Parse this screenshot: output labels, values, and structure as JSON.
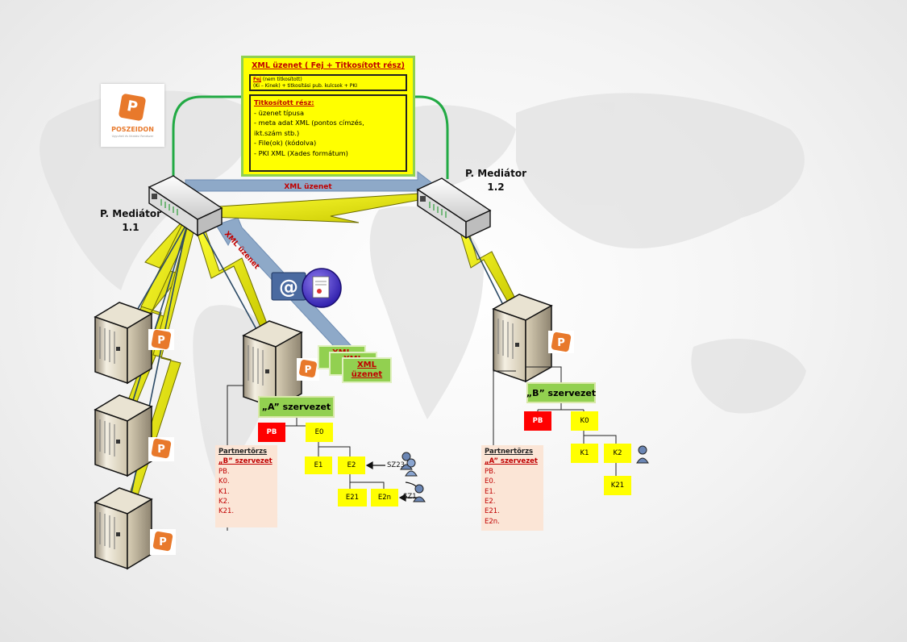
{
  "mediators": {
    "left": {
      "name": "P. Mediátor",
      "id": "1.1"
    },
    "right": {
      "name": "P. Mediátor",
      "id": "1.2"
    }
  },
  "logo": {
    "text": "POSZEIDON",
    "tagline": "Ügyviteli és Iktatási Rendszer"
  },
  "xml_box": {
    "title": "XML üzenet ( Fej + Titkosított rész)",
    "fej_label": "Fej",
    "fej_note": "(nem titkosított)",
    "fej_detail": "(Ki – Kinek) + titkosítási pub. kulcsok + PKI",
    "encrypted_title": "Titkosított rész:",
    "encrypted_items": [
      "- üzenet típusa",
      "- meta adat XML (pontos címzés,",
      "ikt.szám stb.)",
      "- File(ok) (kódolva)",
      "- PKI XML (Xades formátum)"
    ]
  },
  "arrows": {
    "horizontal_label": "XML üzenet",
    "diagonal_label": "XML üzenet"
  },
  "xml_cards": {
    "back1": "XML",
    "back2": "XML",
    "front_line1": "XML",
    "front_line2": "üzenet"
  },
  "org_a": {
    "title": "„A” szervezet",
    "nodes": {
      "pb": "PB",
      "e0": "E0",
      "e1": "E1",
      "e2": "E2",
      "e21": "E21",
      "e2n": "E2n"
    },
    "users": {
      "sz23": "SZ23",
      "sz1": "SZ1"
    },
    "partner": {
      "head": "Partnertörzs",
      "sub": "„B” szervezet",
      "items": [
        "PB.",
        "K0.",
        "K1.",
        "K2.",
        "K21."
      ]
    }
  },
  "org_b": {
    "title": "„B” szervezet",
    "nodes": {
      "pb": "PB",
      "k0": "K0",
      "k1": "K1",
      "k2": "K2",
      "k21": "K21"
    },
    "partner": {
      "head": "Partnertörzs",
      "sub": "„A” szervezet",
      "items": [
        "PB.",
        "E0.",
        "E1.",
        "E2.",
        "E21.",
        "E2n."
      ]
    }
  },
  "colors": {
    "yellow": "#ffff00",
    "green": "#92d050",
    "red": "#ff0000",
    "dark_red": "#c00000",
    "arrow_blue": "#8ea9c8",
    "peach": "#fbe5d6",
    "logo_orange": "#e8792b"
  }
}
